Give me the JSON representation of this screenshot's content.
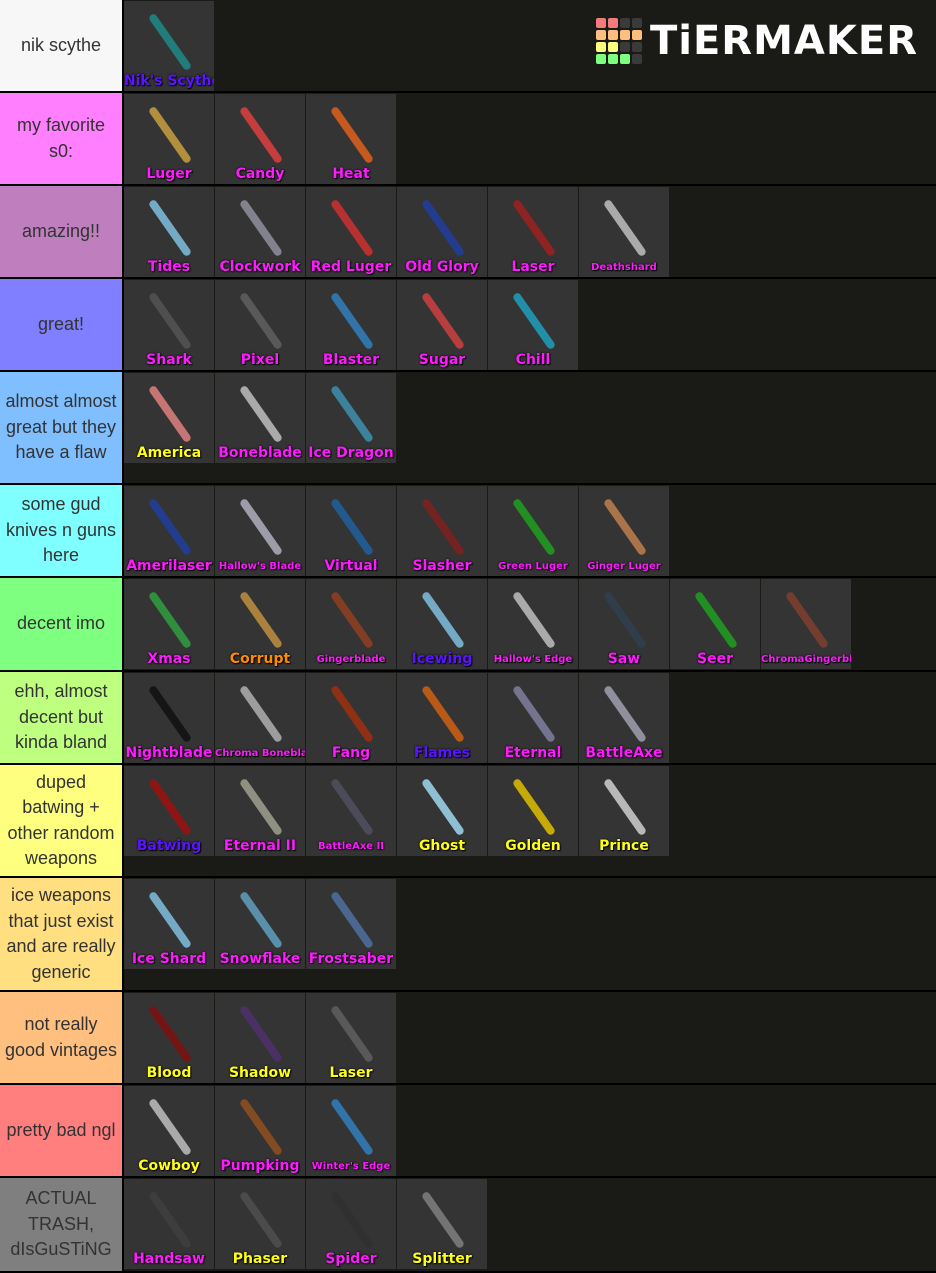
{
  "logo": {
    "text": "TiERMAKER",
    "grid": [
      "#f47b7b",
      "#f47b7b",
      "#3a3a3a",
      "#3a3a3a",
      "#fdbf7f",
      "#fdbf7f",
      "#fdbf7f",
      "#fdbf7f",
      "#ffff7f",
      "#ffff7f",
      "#3a3a3a",
      "#3a3a3a",
      "#7fff7f",
      "#7fff7f",
      "#7fff7f",
      "#3a3a3a"
    ]
  },
  "colors": {
    "magenta": "#ff1aff",
    "purple": "#5b14ff",
    "yellow": "#ffff1a",
    "orange": "#ff8c00"
  },
  "tiers": [
    {
      "label": "nik scythe",
      "color": "#f7f7f7",
      "h": 93,
      "items": [
        {
          "name": "Nik's Scythe",
          "c": "purple",
          "w": "#1f8a8a"
        }
      ]
    },
    {
      "label": "my favorite s0:",
      "color": "#ff7fff",
      "h": 93,
      "items": [
        {
          "name": "Luger",
          "c": "magenta",
          "w": "#c9a040"
        },
        {
          "name": "Candy",
          "c": "magenta",
          "w": "#e04040"
        },
        {
          "name": "Heat",
          "c": "magenta",
          "w": "#e0601a"
        }
      ]
    },
    {
      "label": "amazing!!",
      "color": "#bf7fbf",
      "h": 93,
      "items": [
        {
          "name": "Tides",
          "c": "magenta",
          "w": "#7fc0e0"
        },
        {
          "name": "Clockwork",
          "c": "magenta",
          "w": "#9090a0"
        },
        {
          "name": "Red Luger",
          "c": "magenta",
          "w": "#d03030"
        },
        {
          "name": "Old Glory",
          "c": "magenta",
          "w": "#2040a0"
        },
        {
          "name": "Laser",
          "c": "magenta",
          "w": "#a02020"
        },
        {
          "name": "Deathshard",
          "c": "magenta",
          "w": "#c0c0c0",
          "small": true
        }
      ]
    },
    {
      "label": "great!",
      "color": "#7f7fff",
      "h": 93,
      "items": [
        {
          "name": "Shark",
          "c": "magenta",
          "w": "#555"
        },
        {
          "name": "Pixel",
          "c": "magenta",
          "w": "#606060"
        },
        {
          "name": "Blaster",
          "c": "magenta",
          "w": "#3080c0"
        },
        {
          "name": "Sugar",
          "c": "magenta",
          "w": "#d04040"
        },
        {
          "name": "Chill",
          "c": "magenta",
          "w": "#20a0c0"
        }
      ]
    },
    {
      "label": "almost almost great but they have a flaw",
      "color": "#7fbfff",
      "h": 113,
      "items": [
        {
          "name": "America",
          "c": "yellow",
          "w": "#e08080"
        },
        {
          "name": "Boneblade",
          "c": "magenta",
          "w": "#c0c0c0"
        },
        {
          "name": "Ice Dragon",
          "c": "magenta",
          "w": "#4090b0"
        }
      ]
    },
    {
      "label": "some gud knives n guns here",
      "color": "#7fffff",
      "h": 93,
      "items": [
        {
          "name": "Amerilaser",
          "c": "magenta",
          "w": "#2040a0"
        },
        {
          "name": "Hallow's Blade",
          "c": "magenta",
          "w": "#b0b0c0",
          "small": true
        },
        {
          "name": "Virtual",
          "c": "magenta",
          "w": "#2060a0"
        },
        {
          "name": "Slasher",
          "c": "magenta",
          "w": "#802020"
        },
        {
          "name": "Green Luger",
          "c": "magenta",
          "w": "#20a020",
          "small": true
        },
        {
          "name": "Ginger Luger",
          "c": "magenta",
          "w": "#c08050",
          "small": true
        }
      ]
    },
    {
      "label": "decent imo",
      "color": "#7fff7f",
      "h": 94,
      "items": [
        {
          "name": "Xmas",
          "c": "magenta",
          "w": "#30a040"
        },
        {
          "name": "Corrupt",
          "c": "orange",
          "w": "#c09040"
        },
        {
          "name": "Gingerblade",
          "c": "magenta",
          "w": "#904020",
          "small": true
        },
        {
          "name": "Icewing",
          "c": "purple",
          "w": "#80c0e0"
        },
        {
          "name": "Hallow's Edge",
          "c": "magenta",
          "w": "#c0c0c0",
          "small": true
        },
        {
          "name": "Saw",
          "c": "magenta",
          "w": "#304050"
        },
        {
          "name": "Seer",
          "c": "magenta",
          "w": "#20a020"
        },
        {
          "name": "ChromaGingerblade",
          "c": "magenta",
          "w": "#804030",
          "small": true
        }
      ]
    },
    {
      "label": "ehh, almost decent but kinda bland",
      "color": "#bfff7f",
      "h": 93,
      "items": [
        {
          "name": "Nightblade",
          "c": "magenta",
          "w": "#111"
        },
        {
          "name": "Chroma Boneblade",
          "c": "magenta",
          "w": "#b0b0b0",
          "small": true
        },
        {
          "name": "Fang",
          "c": "magenta",
          "w": "#a03010"
        },
        {
          "name": "Flames",
          "c": "purple",
          "w": "#d06010"
        },
        {
          "name": "Eternal",
          "c": "magenta",
          "w": "#8080a0"
        },
        {
          "name": "BattleAxe",
          "c": "magenta",
          "w": "#a0a0b0"
        }
      ]
    },
    {
      "label": "duped batwing + other random weapons",
      "color": "#ffff7f",
      "h": 113,
      "items": [
        {
          "name": "Batwing",
          "c": "purple",
          "w": "#a01010"
        },
        {
          "name": "Eternal II",
          "c": "magenta",
          "w": "#a0a090"
        },
        {
          "name": "BattleAxe II",
          "c": "magenta",
          "w": "#505060",
          "small": true
        },
        {
          "name": "Ghost",
          "c": "yellow",
          "w": "#a0d8f0"
        },
        {
          "name": "Golden",
          "c": "yellow",
          "w": "#e0c000"
        },
        {
          "name": "Prince",
          "c": "yellow",
          "w": "#d0d0d0"
        }
      ]
    },
    {
      "label": "ice weapons that just exist and are really generic",
      "color": "#ffdf7f",
      "h": 114,
      "items": [
        {
          "name": "Ice Shard",
          "c": "magenta",
          "w": "#80c0e0"
        },
        {
          "name": "Snowflake",
          "c": "magenta",
          "w": "#60a0c0"
        },
        {
          "name": "Frostsaber",
          "c": "magenta",
          "w": "#5070a0"
        }
      ]
    },
    {
      "label": "not really good vintages",
      "color": "#ffbf7f",
      "h": 93,
      "items": [
        {
          "name": "Blood",
          "c": "yellow",
          "w": "#801010"
        },
        {
          "name": "Shadow",
          "c": "yellow",
          "w": "#503070"
        },
        {
          "name": "Laser",
          "c": "yellow",
          "w": "#606060"
        }
      ]
    },
    {
      "label": "pretty bad ngl",
      "color": "#ff7f7f",
      "h": 93,
      "items": [
        {
          "name": "Cowboy",
          "c": "yellow",
          "w": "#c0c0c0"
        },
        {
          "name": "Pumpking",
          "c": "magenta",
          "w": "#905020"
        },
        {
          "name": "Winter's Edge",
          "c": "magenta",
          "w": "#3080c0",
          "small": true
        }
      ]
    },
    {
      "label": "ACTUAL TRASH, dIsGuSTiNG",
      "color": "#7f7f7f",
      "h": 95,
      "items": [
        {
          "name": "Handsaw",
          "c": "magenta",
          "w": "#404040"
        },
        {
          "name": "Phaser",
          "c": "yellow",
          "w": "#505050"
        },
        {
          "name": "Spider",
          "c": "magenta",
          "w": "#303030"
        },
        {
          "name": "Splitter",
          "c": "yellow",
          "w": "#808080"
        }
      ]
    }
  ]
}
